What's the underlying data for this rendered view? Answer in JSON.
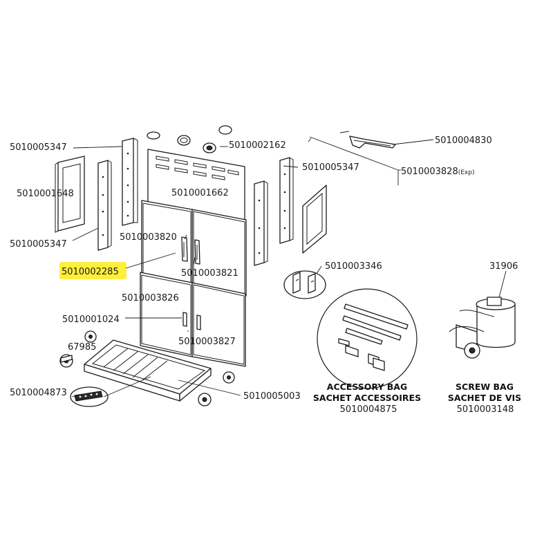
{
  "part_labels": {
    "p5010005347_top": "5010005347",
    "p5010001648": "5010001648",
    "p5010005347_left": "5010005347",
    "p5010002162": "5010002162",
    "p5010001662": "5010001662",
    "p5010004830": "5010004830",
    "p5010003828": "5010003828",
    "p5010003828_suffix": "(Exp)",
    "p5010005347_right": "5010005347",
    "p5010003820": "5010003820",
    "p5010002285": "5010002285",
    "p5010003821": "5010003821",
    "p5010003346": "5010003346",
    "p31906": "31906",
    "p5010003826": "5010003826",
    "p5010001024": "5010001024",
    "p67985": "67985",
    "p5010003827": "5010003827",
    "p5010004873": "5010004873",
    "p5010005003": "5010005003"
  },
  "kits": {
    "accessory_title_en": "ACCESSORY BAG",
    "accessory_title_fr": "SACHET ACCESSOIRES",
    "accessory_code": "5010004875",
    "screw_title_en": "SCREW BAG",
    "screw_title_fr": "SACHET DE VIS",
    "screw_code": "5010003148"
  },
  "colors": {
    "highlight": "#ffef3d",
    "line": "#1a1a1a"
  }
}
